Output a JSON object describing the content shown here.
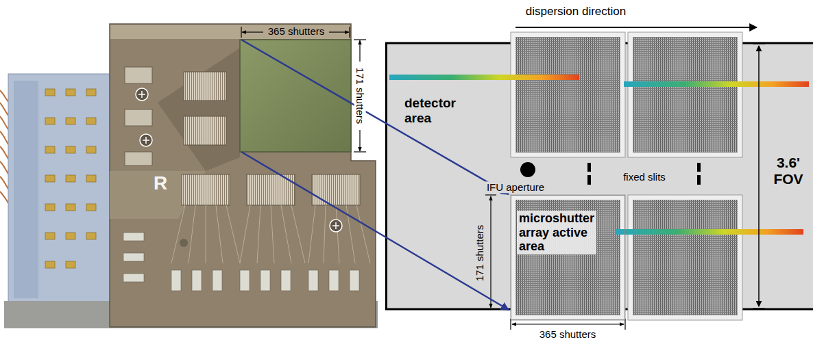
{
  "diagram": {
    "nodes": [
      {
        "text": [
          "detector area"
        ]
      },
      {
        "text": [
          "microshutter array active area"
        ],
        "in": 0
      }
    ],
    "labels": [
      "365 shutters",
      "171 shutters",
      "R",
      "dispersion direction",
      "IFU aperture",
      "fixed slits",
      "3.6' FOV",
      "171 shutters",
      "365 shutters"
    ]
  }
}
